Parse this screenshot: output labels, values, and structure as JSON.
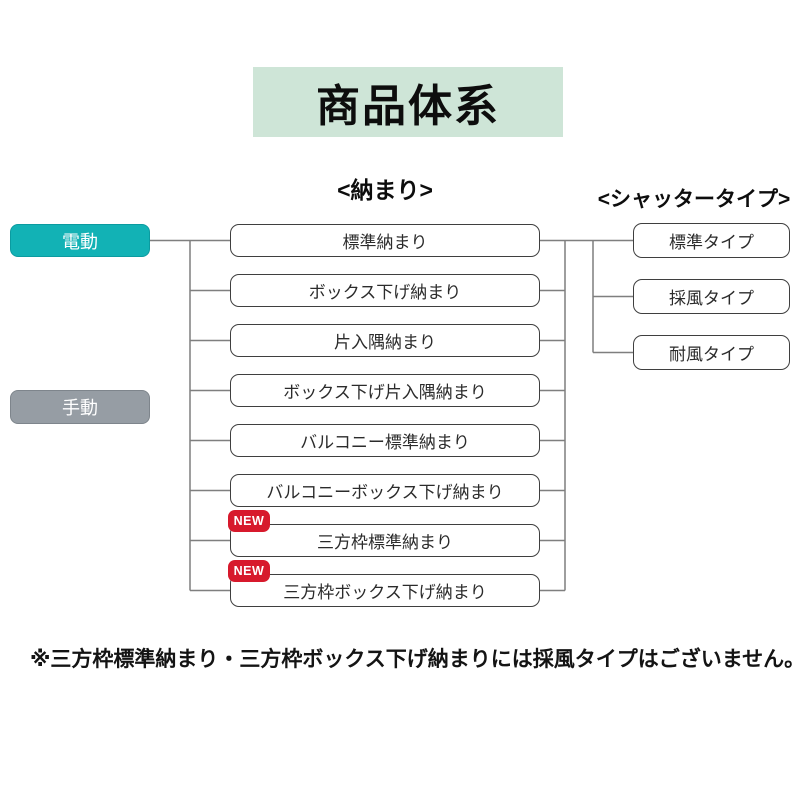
{
  "title": "商品体系",
  "columns": {
    "nakamari_header": "<納まり>",
    "shutter_header": "<シャッタータイプ>"
  },
  "drive_modes": [
    {
      "label": "電動",
      "color": "#12b2b5"
    },
    {
      "label": "手動",
      "color": "#969da4"
    }
  ],
  "nakamari_items": [
    {
      "label": "標準納まり",
      "new": false
    },
    {
      "label": "ボックス下げ納まり",
      "new": false
    },
    {
      "label": "片入隅納まり",
      "new": false
    },
    {
      "label": "ボックス下げ片入隅納まり",
      "new": false
    },
    {
      "label": "バルコニー標準納まり",
      "new": false
    },
    {
      "label": "バルコニーボックス下げ納まり",
      "new": false
    },
    {
      "label": "三方枠標準納まり",
      "new": true
    },
    {
      "label": "三方枠ボックス下げ納まり",
      "new": true
    }
  ],
  "shutter_types": [
    {
      "label": "標準タイプ"
    },
    {
      "label": "採風タイプ"
    },
    {
      "label": "耐風タイプ"
    }
  ],
  "badge_label": "NEW",
  "note": "※三方枠標準納まり・三方枠ボックス下げ納まりには採風タイプはございません。",
  "colors": {
    "title_bg": "#cee5d7",
    "electric": "#12b2b5",
    "manual": "#969da4",
    "new_badge": "#d7192c",
    "box_border": "#3f3f3f",
    "line": "#7f7f7f"
  }
}
